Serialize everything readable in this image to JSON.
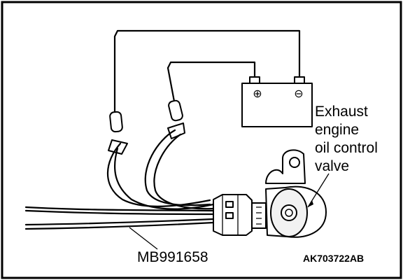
{
  "valve_label": [
    "Exhaust",
    "engine",
    "oil control",
    "valve"
  ],
  "tool_label": "MB991658",
  "figure_code": "AK703722AB",
  "battery": {
    "positive_symbol": "⊕",
    "negative_symbol": "⊖"
  }
}
